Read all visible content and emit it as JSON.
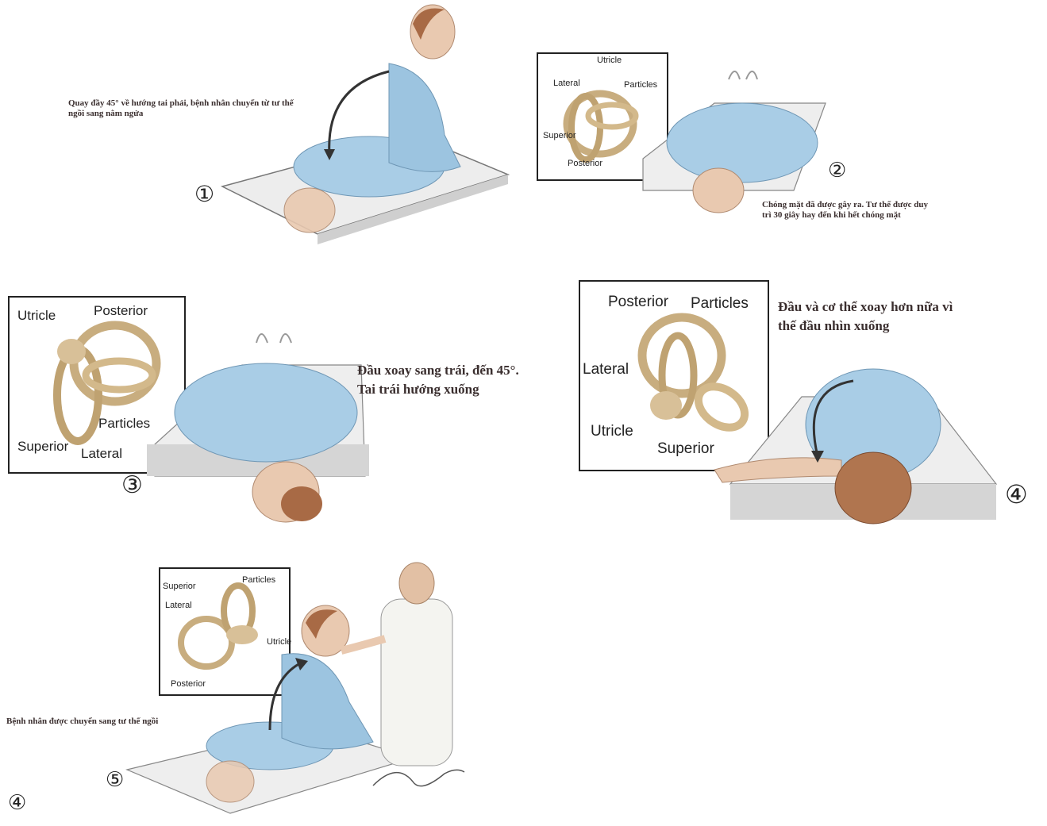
{
  "steps": [
    {
      "number": "①",
      "caption": "Quay đầy 45° về hướng tai phải, bệnh nhân chuyển từ tư thế ngồi sang nằm ngửa"
    },
    {
      "number": "②",
      "caption": "Chóng mặt đã được gây ra. Tư thế được duy trì 30 giây hay đến khi hết chóng mặt",
      "labels": {
        "utricle": "Utricle",
        "lateral": "Lateral",
        "particles": "Particles",
        "superior": "Superior",
        "posterior": "Posterior"
      }
    },
    {
      "number": "③",
      "caption_line1": "Đầu xoay sang trái, đến 45°.",
      "caption_line2": "Tai trái hướng xuống",
      "labels": {
        "utricle": "Utricle",
        "posterior": "Posterior",
        "particles": "Particles",
        "superior": "Superior",
        "lateral": "Lateral"
      }
    },
    {
      "number": "④",
      "caption_line1": "Đầu và cơ thể xoay hơn nữa vì",
      "caption_line2": "thế đầu nhìn xuống",
      "labels": {
        "posterior": "Posterior",
        "particles": "Particles",
        "lateral": "Lateral",
        "utricle": "Utricle",
        "superior": "Superior"
      }
    },
    {
      "number": "⑤",
      "caption": "Bệnh nhân được chuyển sang tư thế ngồi",
      "labels": {
        "superior": "Superior",
        "particles": "Particles",
        "lateral": "Lateral",
        "utricle": "Utricle",
        "posterior": "Posterior"
      }
    }
  ],
  "footer_marker": "④",
  "colors": {
    "gown": "#a9cde6",
    "canal": "#c8ad7f",
    "skin": "#e9c9b0",
    "hair": "#a86a45",
    "table": "#e6e6e6",
    "link": "#2a3bd9"
  }
}
